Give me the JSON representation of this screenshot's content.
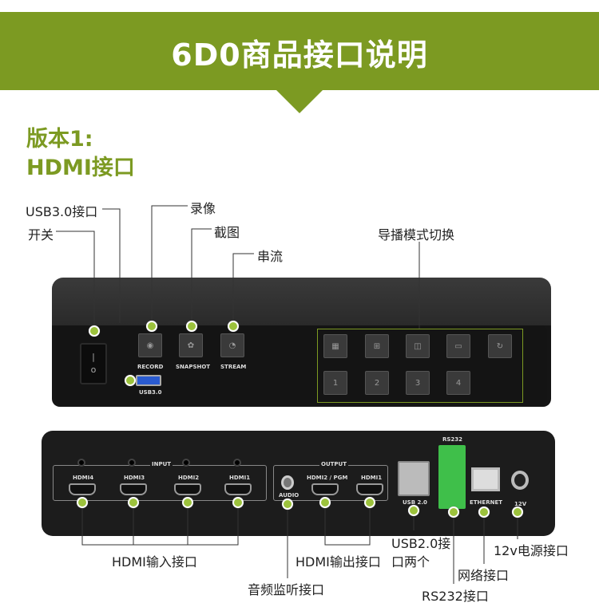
{
  "header": {
    "title": "6D0商品接口说明"
  },
  "section": {
    "version": "版本1:",
    "name": "HDMI接口"
  },
  "front": {
    "labels": {
      "usb3": "USB3.0接口",
      "power": "开关",
      "record": "录像",
      "snapshot": "截图",
      "stream": "串流",
      "mode": "导播模式切换"
    },
    "panel": {
      "record": "RECORD",
      "snapshot": "SNAPSHOT",
      "stream": "STREAM",
      "usb3": "USB3.0"
    },
    "mode_buttons": [
      "1",
      "2",
      "3",
      "4"
    ]
  },
  "back": {
    "labels": {
      "hdmi_in": "HDMI输入接口",
      "audio": "音频监听接口",
      "hdmi_out": "HDMI输出接口",
      "usb2_line1": "USB2.0接",
      "usb2_line2": "口两个",
      "network": "网络接口",
      "rs232": "RS232接口",
      "power12v": "12v电源接口"
    },
    "panel": {
      "input": "INPUT",
      "output": "OUTPUT",
      "hdmi4": "HDMI4",
      "hdmi3": "HDMI3",
      "hdmi2": "HDMI2",
      "hdmi1": "HDMI1",
      "pgm": "HDMI2 / PGM",
      "out1": "HDMI1",
      "audio": "AUDIO",
      "usb2": "USB 2.0",
      "rs232": "RS232",
      "ethernet": "ETHERNET",
      "v12": "12V"
    }
  },
  "colors": {
    "accent": "#7c9a22",
    "dot": "#9cc23c"
  }
}
